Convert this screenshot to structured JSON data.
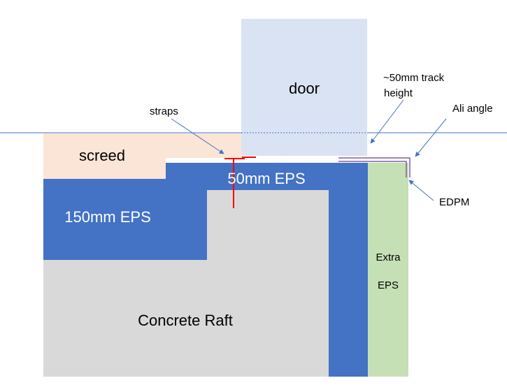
{
  "labels": {
    "door": "door",
    "track_height_line1": "~50mm track",
    "track_height_line2": "height",
    "ali_angle": "Ali angle",
    "straps": "straps",
    "screed": "screed",
    "eps_50": "50mm EPS",
    "eps_150": "150mm EPS",
    "extra_line1": "Extra",
    "extra_line2": "EPS",
    "edpm": "EDPM",
    "concrete": "Concrete Raft"
  },
  "colors": {
    "door": "#dae3f3",
    "screed": "#fbe5d6",
    "eps": "#4472c4",
    "extra_eps": "#c5e0b4",
    "concrete": "#d9d9d9",
    "strap": "#ff0000",
    "leader": "#4472c4",
    "edpm": "#7f5fa0"
  }
}
